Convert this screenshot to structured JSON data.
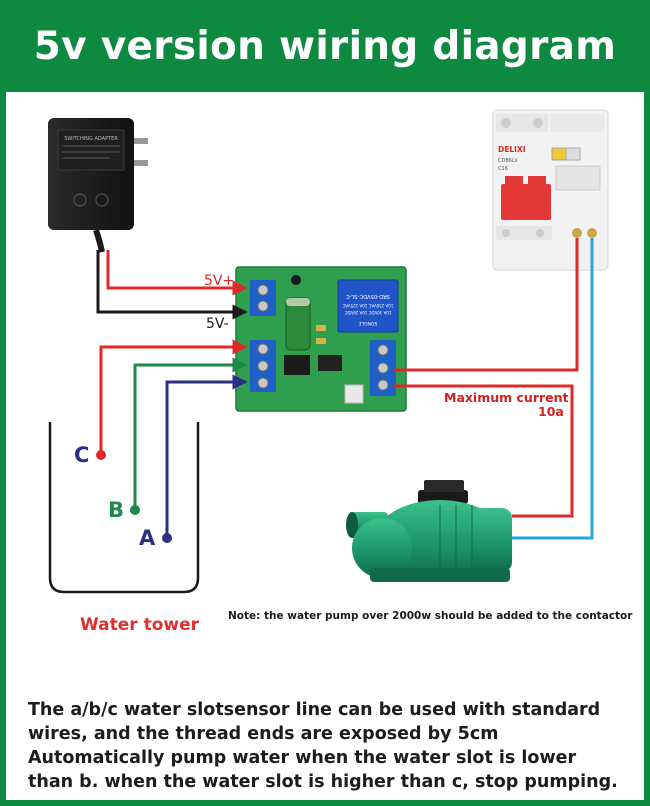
{
  "title": "5v version wiring diagram",
  "labels": {
    "v_plus": "5V+",
    "v_minus": "5V-",
    "max_current_line1": "Maximum current",
    "max_current_line2": "10a",
    "sensor_c": "C",
    "sensor_b": "B",
    "sensor_a": "A",
    "water_tower": "Water tower",
    "note": "Note: the water pump over 2000w should be added to the contactor"
  },
  "device_text": {
    "breaker_brand": "DELIXI",
    "breaker_model": "CDB6Lii",
    "breaker_rating": "C16",
    "relay_model": "SRD-05VDC-SL-C",
    "relay_spec1": "10A 250VAC  10A 125VAC",
    "relay_spec2": "10A 30VDC  10A 28VDC",
    "relay_brand": "SONGLE",
    "adapter_label": "SWITCHING ADAPTER"
  },
  "description": [
    "The a/b/c water slotsensor line can be used with standard",
    "wires, and the thread ends are exposed by 5cm",
    "Automatically pump water when the water slot is lower",
    "than b. when the water slot is higher than c, stop pumping."
  ],
  "colors": {
    "brand_green": "#0d8a3f",
    "wire_red": "#e02828",
    "wire_black": "#1a1a1a",
    "wire_green": "#1d8a4a",
    "wire_navy": "#2b2f86",
    "wire_blue": "#2aa3df",
    "terminal_blue": "#1f5fc8",
    "board_green": "#2f9e4f",
    "pump_green": "#1e9a6e"
  }
}
